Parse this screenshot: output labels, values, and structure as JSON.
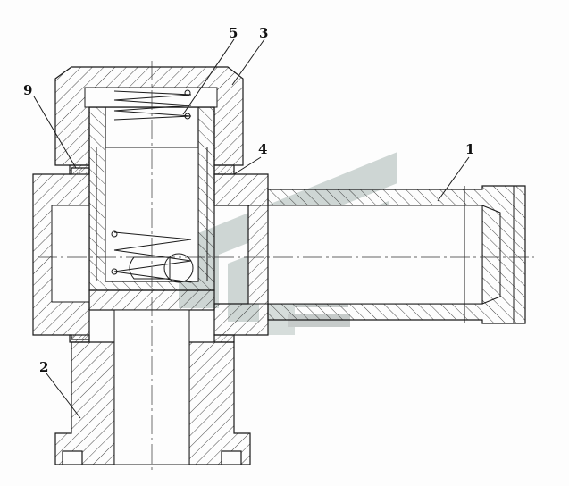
{
  "colors": {
    "line": "#1a1a1a",
    "watermark": "#a9b8b4",
    "background": "#fdfdfd"
  },
  "labels": [
    {
      "id": "leader-5",
      "text": "5"
    },
    {
      "id": "leader-3",
      "text": "3"
    },
    {
      "id": "leader-9",
      "text": "9"
    },
    {
      "id": "leader-4",
      "text": "4"
    },
    {
      "id": "leader-1",
      "text": "1"
    },
    {
      "id": "leader-2",
      "text": "2"
    }
  ]
}
